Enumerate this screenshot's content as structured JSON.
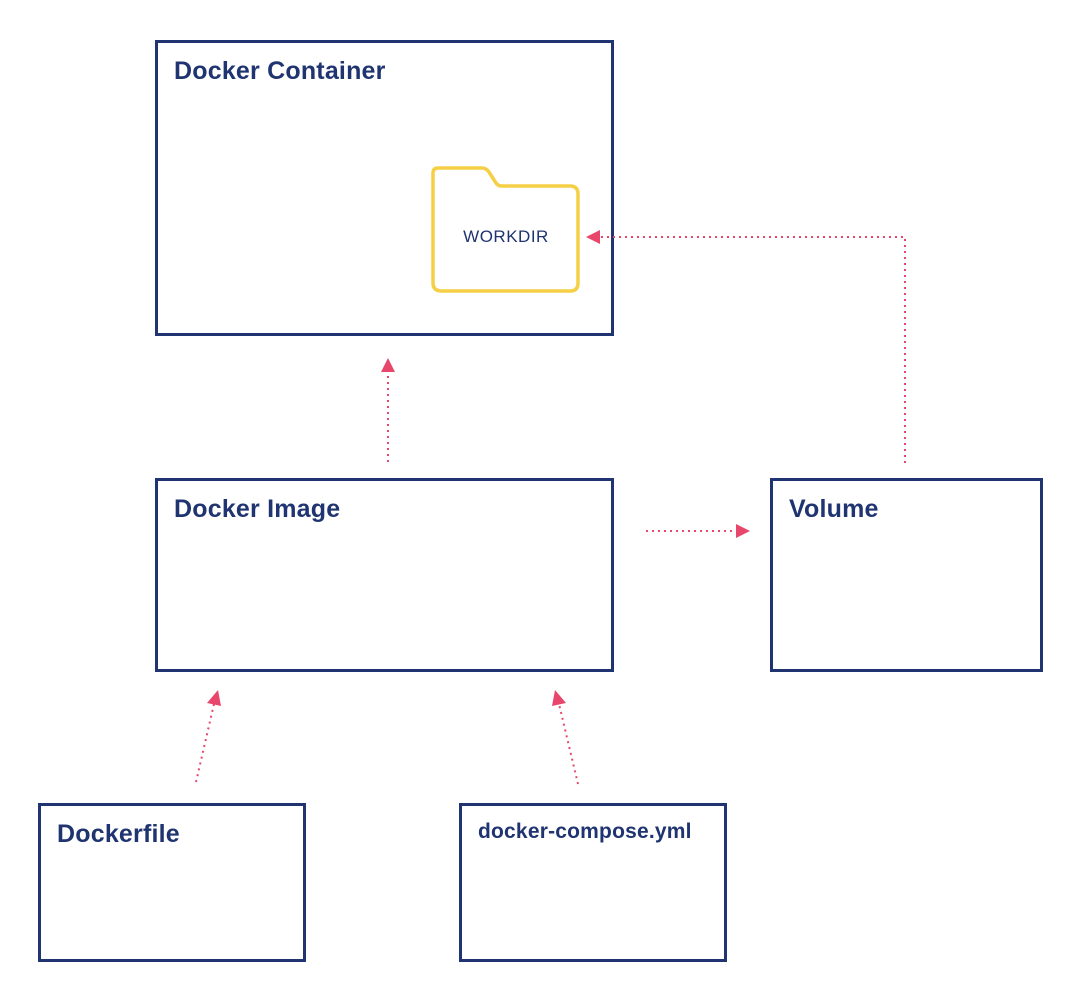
{
  "diagram": {
    "nodes": {
      "container": {
        "label": "Docker Container"
      },
      "workdir": {
        "label": "WORKDIR",
        "color": "#f5cf45"
      },
      "image": {
        "label": "Docker Image"
      },
      "volume": {
        "label": "Volume"
      },
      "dockerfile": {
        "label": "Dockerfile"
      },
      "compose": {
        "label": "docker-compose.yml"
      }
    },
    "edges": [
      {
        "from": "image",
        "to": "container"
      },
      {
        "from": "image",
        "to": "volume"
      },
      {
        "from": "volume",
        "to": "workdir"
      },
      {
        "from": "dockerfile",
        "to": "image"
      },
      {
        "from": "compose",
        "to": "image"
      }
    ],
    "colors": {
      "box_border": "#1f3470",
      "text": "#1f3470",
      "arrow": "#e8476b",
      "folder": "#f5cf45"
    },
    "icons": {
      "workdir_icon": "folder-icon"
    }
  }
}
